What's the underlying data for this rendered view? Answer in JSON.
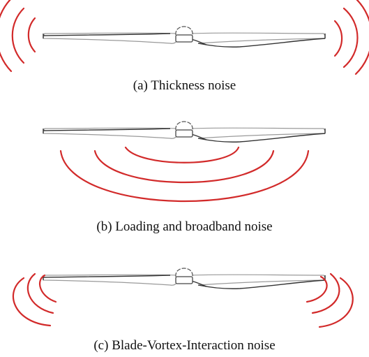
{
  "panels": [
    {
      "caption": "(a) Thickness noise"
    },
    {
      "caption": "(b) Loading and broadband noise"
    },
    {
      "caption": "(c) Blade-Vortex-Interaction noise"
    }
  ],
  "colors": {
    "wave": "#d22a2a",
    "blade": "#333333"
  }
}
